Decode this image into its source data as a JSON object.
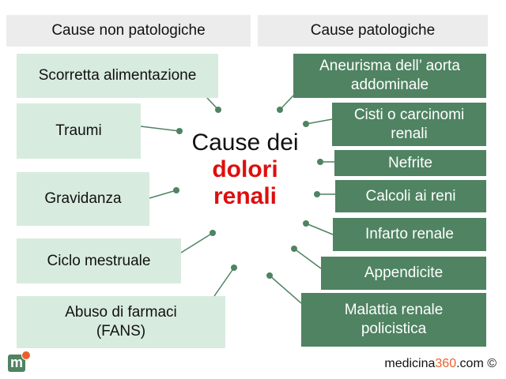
{
  "headers": {
    "left": "Cause non patologiche",
    "right": "Cause patologiche"
  },
  "center": {
    "line1": "Cause dei",
    "line2": "dolori",
    "line3": "renali"
  },
  "left_items": [
    "Scorretta alimentazione",
    "Traumi",
    "Gravidanza",
    "Ciclo mestruale",
    "Abuso di farmaci (FANS)"
  ],
  "right_items": [
    "Aneurisma dell’ aorta addominale",
    "Cisti o carcinomi renali",
    "Nefrite",
    "Calcoli ai reni",
    "Infarto renale",
    "Appendicite",
    "Malattia renale policistica"
  ],
  "footer": {
    "logo_letter": "m",
    "brand_prefix": "medicina",
    "brand_number": "360",
    "brand_suffix": ".com ©"
  },
  "colors": {
    "left_box": "#d8ebdf",
    "right_box": "#4f8362",
    "header_bg": "#ececec",
    "highlight_red": "#dd0f0f",
    "connector": "#4f8362"
  }
}
